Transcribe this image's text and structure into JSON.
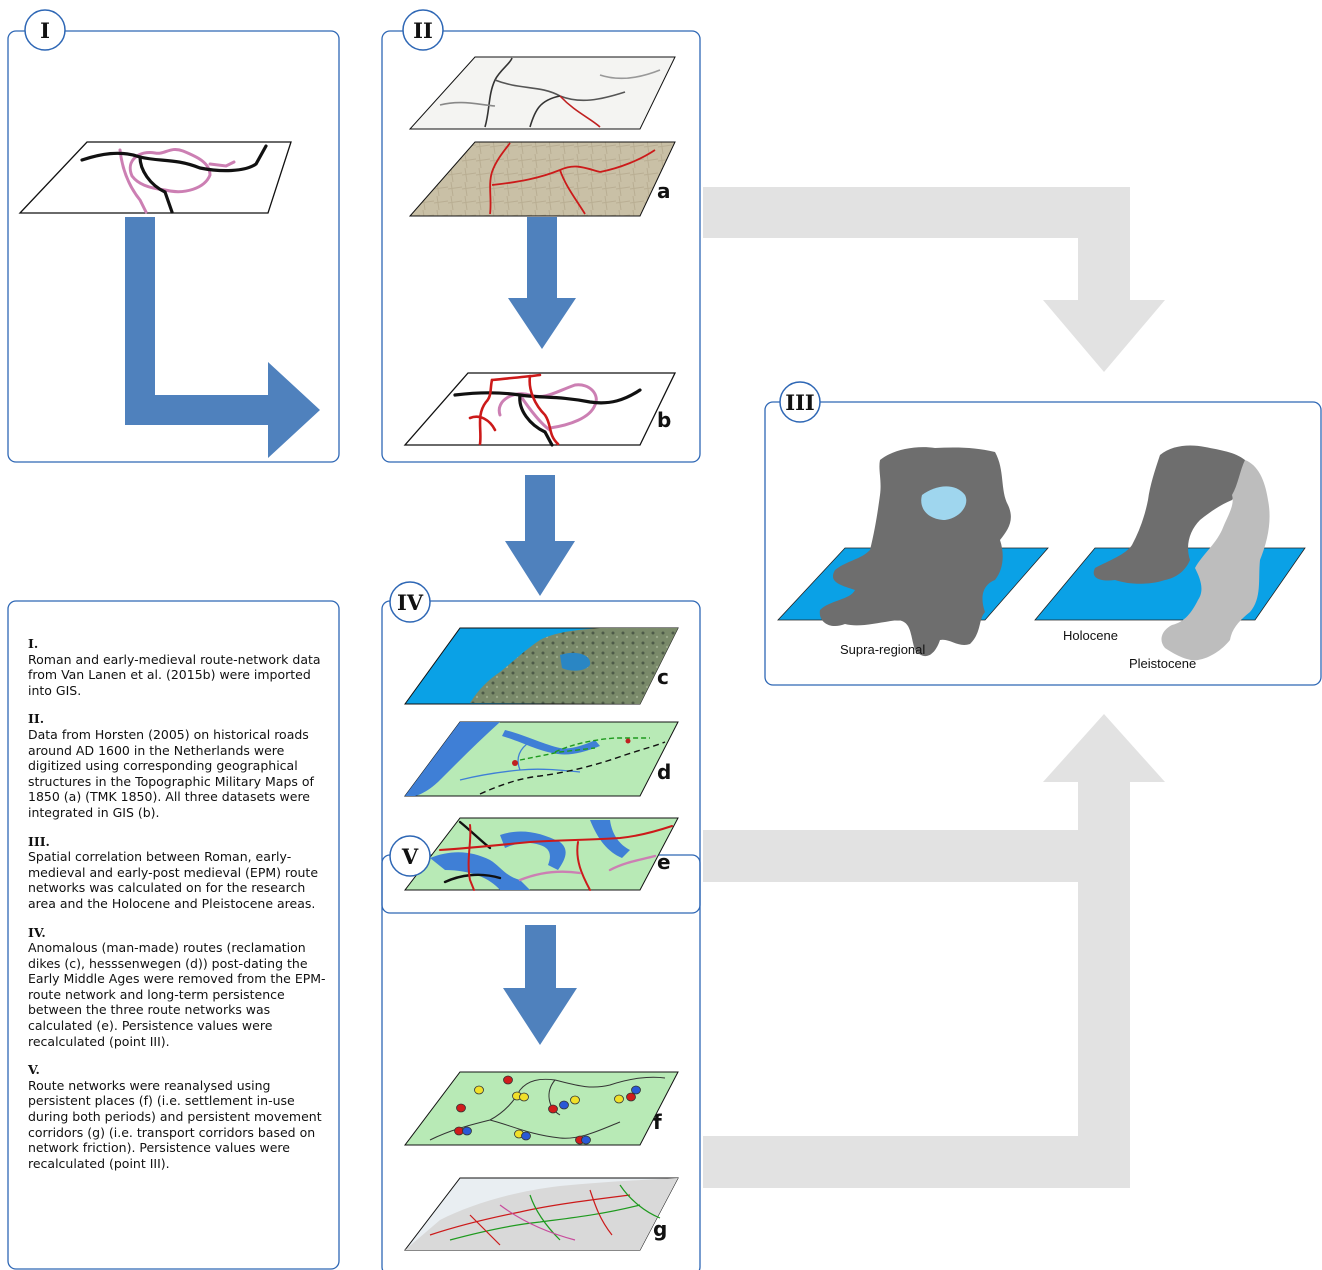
{
  "panels": {
    "p1": {
      "label": "I"
    },
    "p2": {
      "label": "II"
    },
    "p3": {
      "label": "III"
    },
    "p4": {
      "label": "IV"
    },
    "p5": {
      "label": "V"
    }
  },
  "layer_labels": {
    "a": "a",
    "b": "b",
    "c": "c",
    "d": "d",
    "e": "e",
    "f": "f",
    "g": "g"
  },
  "map_labels": {
    "supra": "Supra-regional",
    "holocene": "Holocene",
    "pleistocene": "Pleistocene"
  },
  "colors": {
    "panel_border": "#2e67b5",
    "blue_arrow": "#4f81bd",
    "grey_arrow": "#e2e2e2",
    "water_blue": "#0aa1e6",
    "map_grey": "#6e6e6e",
    "route_black": "#111111",
    "route_pink": "#cc7fb3",
    "route_red": "#d01c1c",
    "layer_green": "#b8eab6"
  },
  "description": [
    {
      "heading": "I.",
      "text": "Roman and early-medieval route-network data from Van Lanen et al. (2015b) were imported into GIS."
    },
    {
      "heading": "II.",
      "text": "Data from Horsten (2005) on historical roads around AD 1600 in the Netherlands were digitized using corresponding geographical structures in the Topographic Military Maps of 1850 (a) (TMK 1850). All three datasets were integrated in GIS (b)."
    },
    {
      "heading": "III.",
      "text": "Spatial correlation between Roman, early-medieval and early-post medieval (EPM) route networks was calculated on for the research area and the Holocene and Pleistocene areas."
    },
    {
      "heading": "IV.",
      "text": "Anomalous (man-made) routes (reclamation dikes (c), hesssenwegen (d)) post-dating the Early Middle Ages were removed from the EPM-route network and long-term persistence between the three route networks was calculated (e). Persistence values were recalculated (point III)."
    },
    {
      "heading": "V.",
      "text": "Route networks were reanalysed using persistent places (f) (i.e. settlement in-use during both periods) and persistent movement corridors (g) (i.e. transport corridors based on network friction). Persistence values were recalculated (point III)."
    }
  ]
}
